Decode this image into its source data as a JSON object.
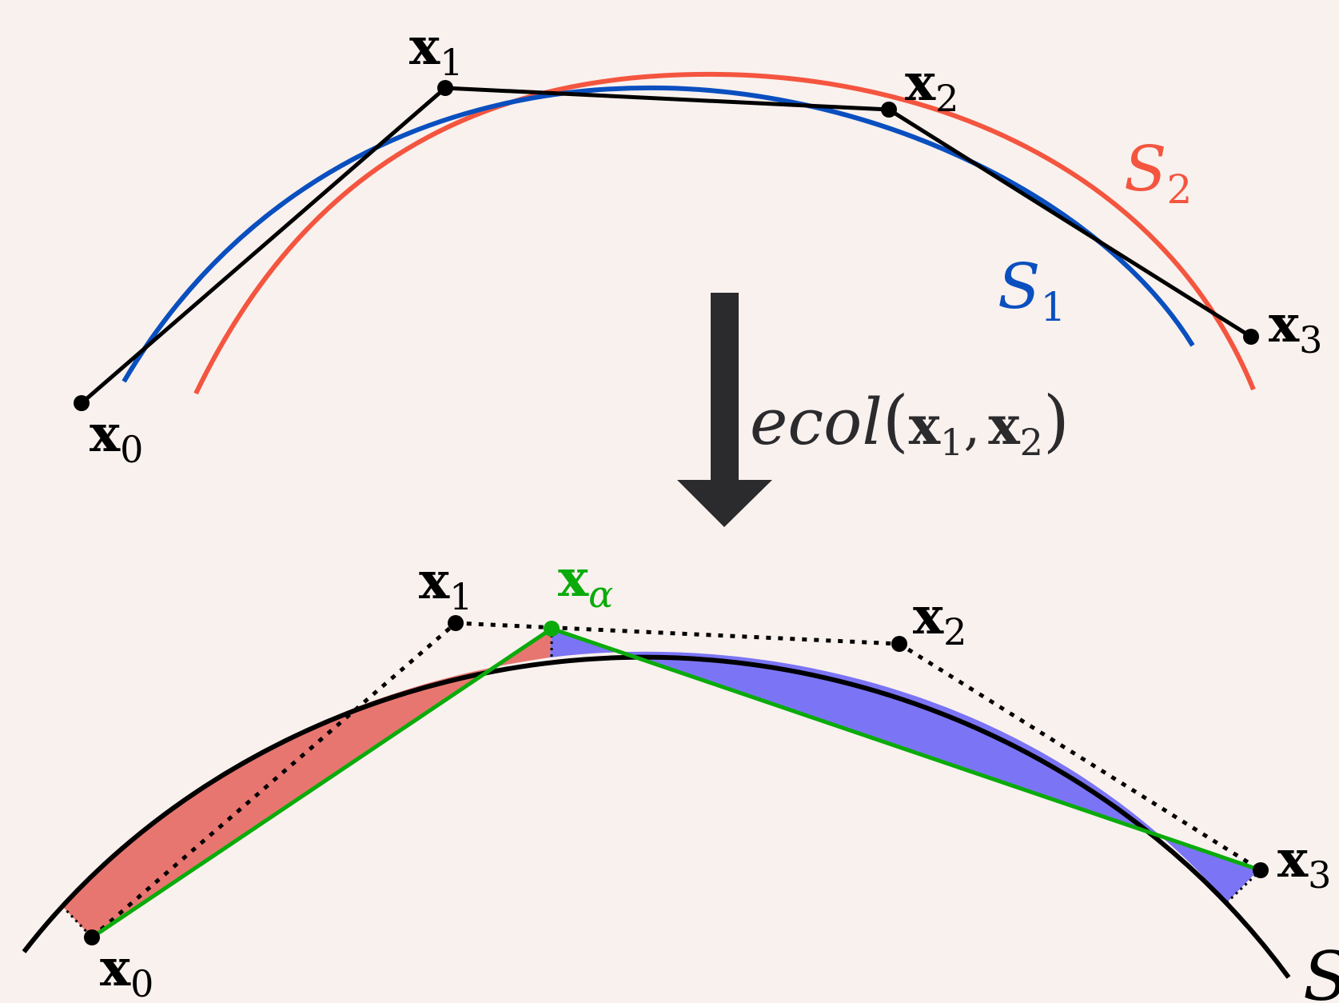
{
  "colors": {
    "background": "#f9f1ee",
    "polyline": "#000000",
    "curve_s1": "#0a4fbf",
    "curve_s2": "#f4553f",
    "new_vertex": "#0aab0a",
    "area_left": "#e87670",
    "area_right": "#7b75f5",
    "arrow": "#2b2a2d",
    "label_ecol": "#2b2a2d"
  },
  "top": {
    "points": [
      {
        "base": "x",
        "sub": "0"
      },
      {
        "base": "x",
        "sub": "1"
      },
      {
        "base": "x",
        "sub": "2"
      },
      {
        "base": "x",
        "sub": "3"
      }
    ],
    "curves": [
      {
        "base": "S",
        "sub": "1"
      },
      {
        "base": "S",
        "sub": "2"
      }
    ]
  },
  "operation": {
    "name": "ecol",
    "open": "(",
    "arg1": {
      "base": "x",
      "sub": "1"
    },
    "comma": ",",
    "arg2": {
      "base": "x",
      "sub": "2"
    },
    "close": ")"
  },
  "bottom": {
    "points": [
      {
        "base": "x",
        "sub": "0"
      },
      {
        "base": "x",
        "sub": "1"
      },
      {
        "base": "x",
        "sub": "2"
      },
      {
        "base": "x",
        "sub": "3"
      }
    ],
    "new_point": {
      "base": "x",
      "sub": "α"
    },
    "curve": {
      "base": "S",
      "sub": ""
    }
  }
}
